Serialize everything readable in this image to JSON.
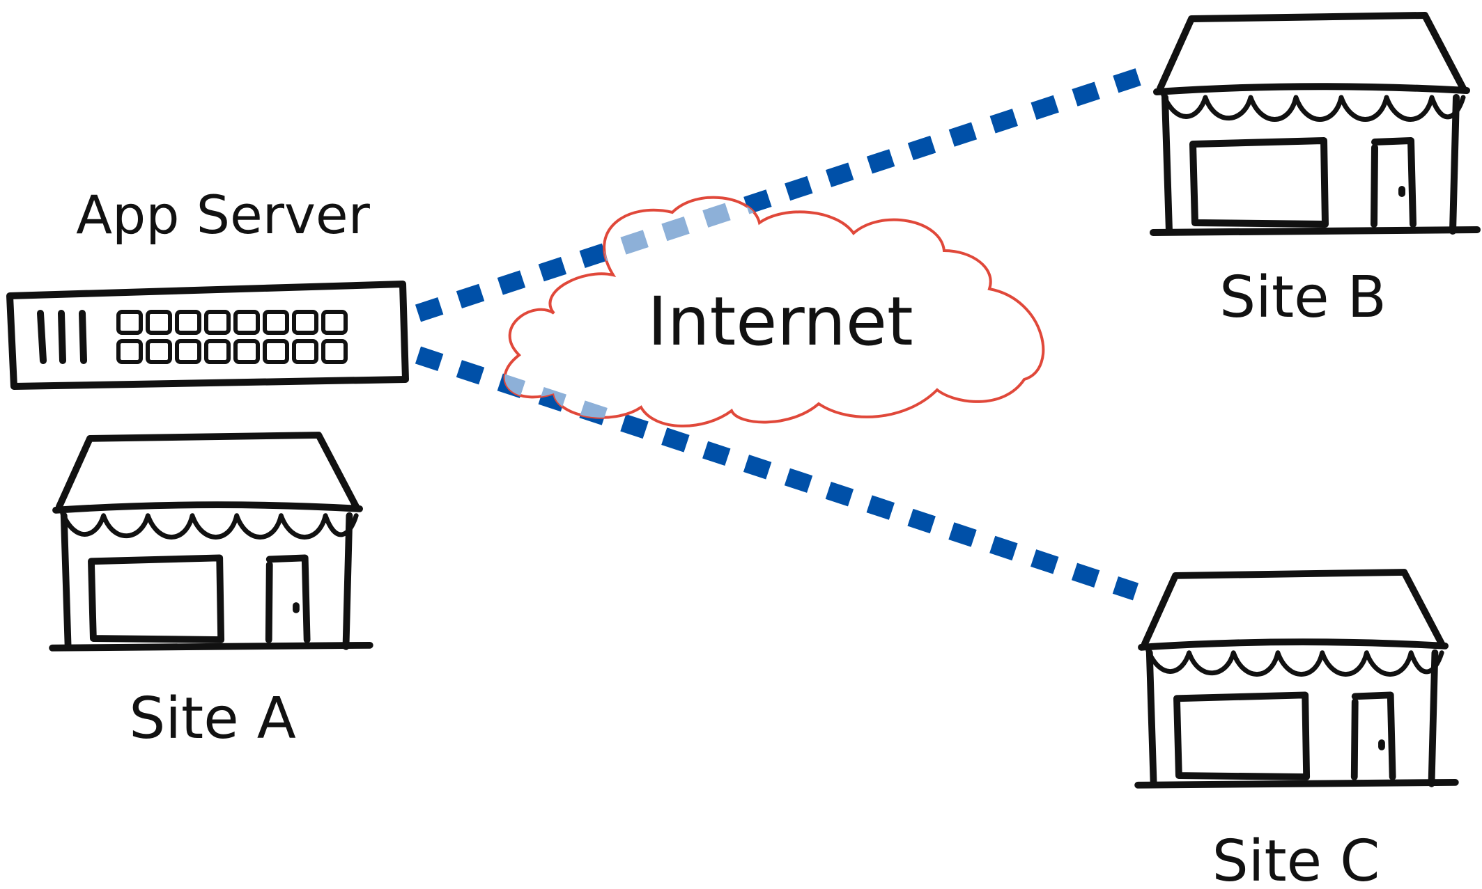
{
  "diagram": {
    "labels": {
      "app_server": "App Server",
      "internet": "Internet",
      "site_a": "Site A",
      "site_b": "Site B",
      "site_c": "Site C"
    },
    "colors": {
      "link": "#0050a8",
      "link_inside_cloud": "#8db0d8",
      "cloud_outline": "#e0483a",
      "ink": "#111111",
      "background": "#ffffff"
    }
  }
}
